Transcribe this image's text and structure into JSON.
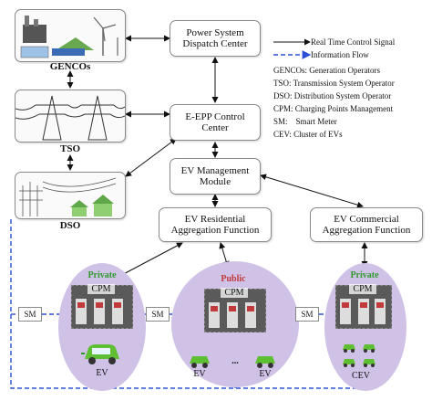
{
  "nodes": {
    "gencos": "GENCOs",
    "tso": "TSO",
    "dso": "DSO",
    "psdc_line1": "Power System",
    "psdc_line2": "Dispatch Center",
    "eepp_line1": "E-EPP Control",
    "eepp_line2": "Center",
    "evmm_line1": "EV Management",
    "evmm_line2": "Module",
    "res_line1": "EV Residential",
    "res_line2": "Aggregation Function",
    "com_line1": "EV Commercial",
    "com_line2": "Aggregation Function"
  },
  "legend": {
    "realtime": "Real Time Control Signal",
    "info": "Information Flow",
    "gencos": "GENCOs: Generation Operators",
    "tso": "TSO: Transmission System Operator",
    "dso": "DSO: Distribution System Operator",
    "cpm": "CPM: Charging Points Management",
    "sm": "SM:    Smart Meter",
    "cev": "CEV: Cluster of EVs"
  },
  "groups": {
    "private_left": "Private",
    "public": "Public",
    "private_right": "Private",
    "cpm": "CPM",
    "sm": "SM",
    "ev": "EV",
    "cev": "CEV",
    "ellipsis": "..."
  },
  "colors": {
    "private": "#2e9a2e",
    "public": "#c23b3b",
    "info_flow": "#2d4fd6",
    "ellipse": "#cfc2e6",
    "car": "#5fbf32"
  }
}
